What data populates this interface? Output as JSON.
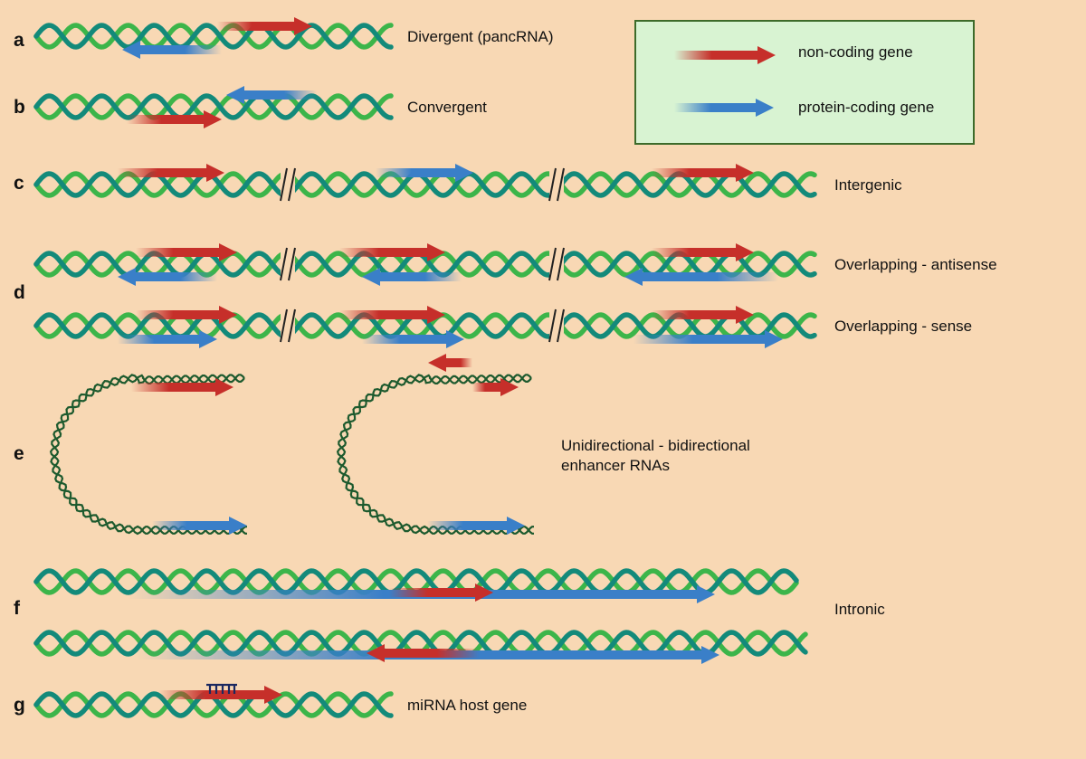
{
  "panels": {
    "a": {
      "letter": "a",
      "label": "Divergent (pancRNA)"
    },
    "b": {
      "letter": "b",
      "label": "Convergent"
    },
    "c": {
      "letter": "c",
      "label": "Intergenic"
    },
    "d": {
      "letter": "d",
      "label_antisense": "Overlapping - antisense",
      "label_sense": "Overlapping - sense"
    },
    "e": {
      "letter": "e",
      "label_line1": "Unidirectional - bidirectional",
      "label_line2": "enhancer RNAs"
    },
    "f": {
      "letter": "f",
      "label": "Intronic"
    },
    "g": {
      "letter": "g",
      "label": "miRNA host gene"
    }
  },
  "legend": {
    "noncoding_label": "non-coding gene",
    "protein_label": "protein-coding gene"
  },
  "colors": {
    "background": "#f8d8b4",
    "strand_light": "#3cb54a",
    "strand_dark": "#138a7a",
    "enhancer_strand": "#1d5a2e",
    "noncoding": "#c62f2a",
    "protein_coding": "#3a7fc8",
    "legend_fill": "#d8f3d2",
    "legend_border": "#3d6b2a",
    "mirna": "#1a2860"
  }
}
